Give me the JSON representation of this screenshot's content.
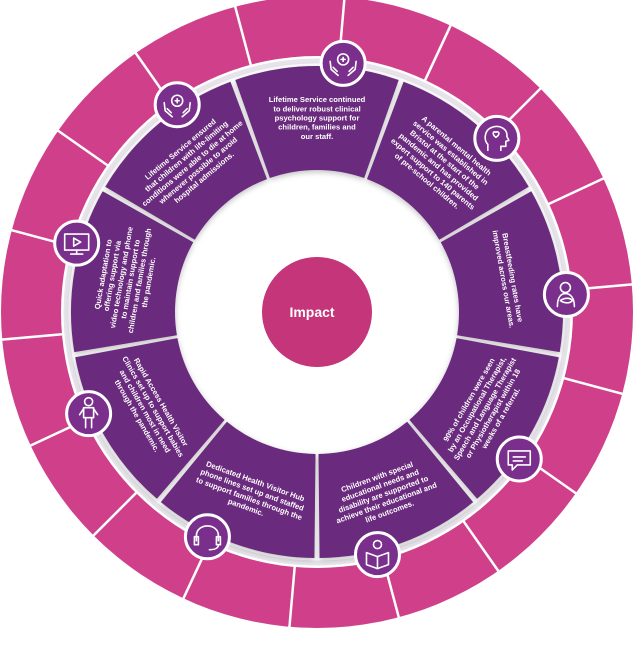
{
  "center": {
    "label": "Impact"
  },
  "segments": [
    {
      "id": "lifetime-clinical",
      "icon": "hands-cross-icon",
      "lines": [
        "Lifetime Service continued",
        "to deliver robust clinical",
        "psychology support for",
        "children, families and",
        "our staff."
      ]
    },
    {
      "id": "parental-mental-health",
      "icon": "heart-head-icon",
      "lines": [
        "A parental mental health",
        "service was established in",
        "Bristol at the start of the",
        "pandemic and has provided",
        "expert support to 140 parents",
        "of pre-school children."
      ]
    },
    {
      "id": "breastfeeding",
      "icon": "breastfeeding-mother-icon",
      "lines": [
        "Breastfeeding rates have",
        "improved across our areas."
      ]
    },
    {
      "id": "therapy-referral",
      "icon": "speech-bubble-icon",
      "lines": [
        "90% of children were seen",
        "by an Occupational Therapist,",
        "Speech and Language Therapist",
        "or Physiotherapist within 18",
        "weeks of a referral."
      ]
    },
    {
      "id": "special-educational-needs",
      "icon": "child-reading-icon",
      "lines": [
        "Children with special",
        "educational needs and",
        "disability are supported to",
        "achieve their educational and",
        "life outcomes."
      ]
    },
    {
      "id": "health-visitor-hub",
      "icon": "headset-icon",
      "lines": [
        "Dedicated Health Visitor Hub",
        "phone lines set up and staffed",
        "to support families through the",
        "pandemic."
      ]
    },
    {
      "id": "rapid-access-clinics",
      "icon": "child-figure-icon",
      "lines": [
        "Rapid Access Health Visitor",
        "Clinics set up to support babies",
        "and children most in need",
        "through the pandemic."
      ]
    },
    {
      "id": "quick-adaptation",
      "icon": "video-screen-icon",
      "lines": [
        "Quick adaptation to",
        "offering support via",
        "video technology and phone",
        "to maintain support to",
        "children and families through",
        "the pandemic."
      ]
    },
    {
      "id": "lifetime-end-of-life",
      "icon": "hands-cross-icon",
      "lines": [
        "Lifetime Service ensured",
        "that children with life-limiting",
        "conditions were able to die at home",
        "whenever possible to avoid",
        "hospital admissions."
      ]
    }
  ],
  "colors": {
    "outer_ring": "#d0408a",
    "outer_ring_dark": "#b5306f",
    "inner_ring": "#6a2b7d",
    "center": "#c4357a",
    "separator": "#ffffff",
    "track": "#e6e4ea"
  }
}
